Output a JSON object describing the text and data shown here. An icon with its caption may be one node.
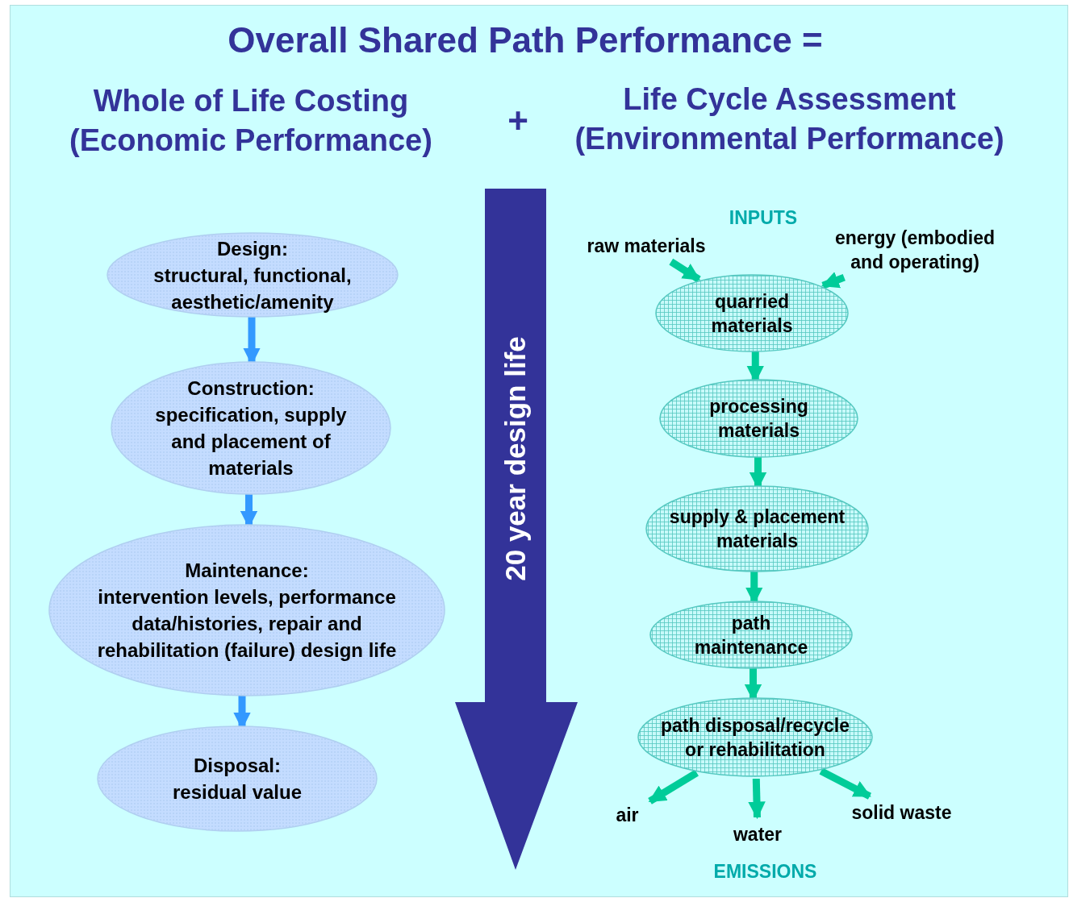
{
  "diagram": {
    "title": "Overall Shared Path Performance =",
    "nodes": [
      {
        "text": [
          "Design:",
          "structural, functional, aesthetic/amenity"
        ]
      },
      {
        "text": [
          "Construction:",
          "specification, supply and placement of materials"
        ]
      },
      {
        "text": [
          "Maintenance:",
          "intervention levels, performance data/histories, repair and rehabilitation (failure) design life"
        ]
      },
      {
        "text": [
          "Disposal:",
          "residual value"
        ]
      },
      {
        "text": [
          "raw materials"
        ]
      },
      {
        "text": [
          "energy (embodied and operating)"
        ]
      },
      {
        "text": [
          "quarried materials"
        ]
      },
      {
        "text": [
          "processing materials"
        ]
      },
      {
        "text": [
          "supply & placement materials"
        ]
      },
      {
        "text": [
          "path maintenance"
        ]
      },
      {
        "text": [
          "path disposal/recycle or rehabilitation"
        ]
      },
      {
        "text": [
          "air"
        ]
      },
      {
        "text": [
          "water"
        ]
      },
      {
        "text": [
          "solid waste"
        ]
      }
    ],
    "edges": [
      {
        "from": 0,
        "to": 1,
        "arrow": "to",
        "color": "#3399ff"
      },
      {
        "from": 1,
        "to": 2,
        "arrow": "to",
        "color": "#3399ff"
      },
      {
        "from": 2,
        "to": 3,
        "arrow": "to",
        "color": "#3399ff"
      },
      {
        "from": 4,
        "to": 6,
        "arrow": "to"
      },
      {
        "from": 5,
        "to": 6,
        "arrow": "to"
      },
      {
        "from": 6,
        "to": 7,
        "arrow": "to"
      },
      {
        "from": 7,
        "to": 8,
        "arrow": "to"
      },
      {
        "from": 8,
        "to": 9,
        "arrow": "to"
      },
      {
        "from": 9,
        "to": 10,
        "arrow": "to"
      },
      {
        "from": 10,
        "to": 11,
        "arrow": "to"
      },
      {
        "from": 10,
        "to": 12,
        "arrow": "to"
      },
      {
        "from": 10,
        "to": 13,
        "arrow": "to"
      }
    ],
    "labels": [
      "Whole of Life Costing (Economic Performance)",
      "+",
      "Life Cycle Assessment (Environmental Performance)",
      "20 year design life",
      "INPUTS",
      "EMISSIONS"
    ]
  }
}
